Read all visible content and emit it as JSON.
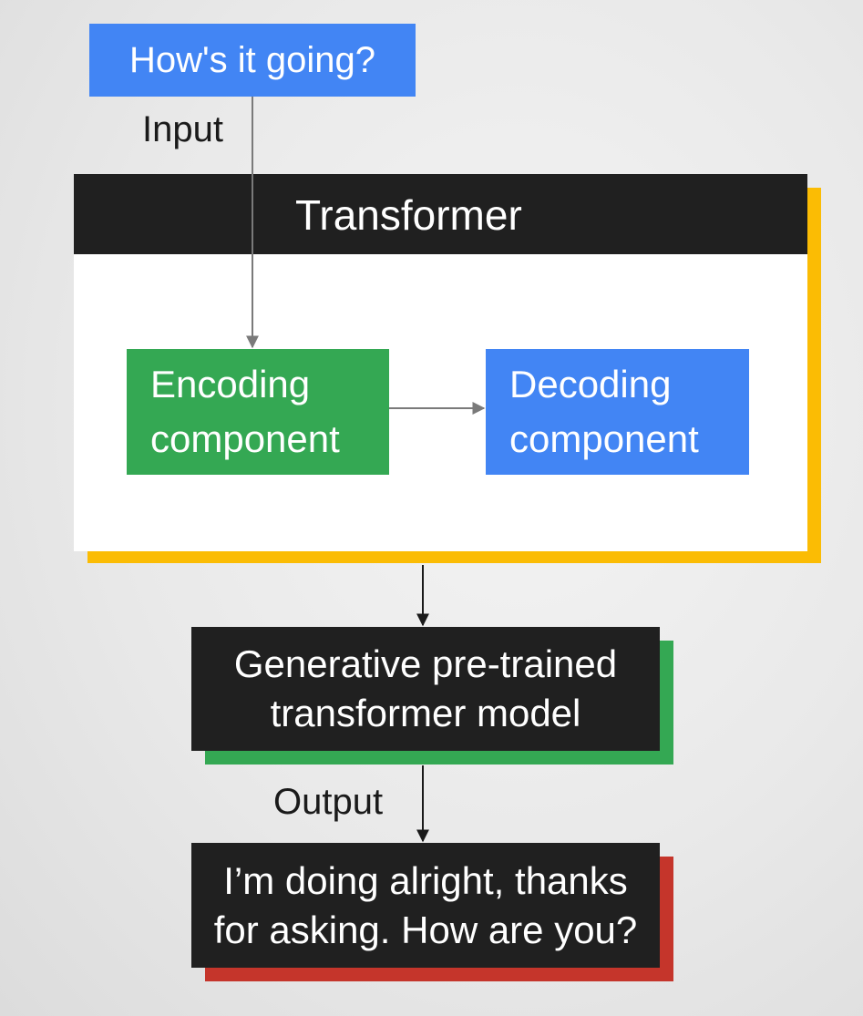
{
  "input_box": {
    "text": "How's it going?"
  },
  "input_label": "Input",
  "transformer": {
    "title": "Transformer",
    "encoder": {
      "line1": "Encoding",
      "line2": "component"
    },
    "decoder": {
      "line1": "Decoding",
      "line2": "component"
    }
  },
  "gpt_box": {
    "line1": "Generative pre-trained",
    "line2": "transformer model"
  },
  "output_label": "Output",
  "output_box": {
    "line1": "I’m doing alright, thanks",
    "line2": "for asking. How are you?"
  },
  "colors": {
    "blue": "#4285f4",
    "green": "#34a853",
    "yellow": "#fbbc04",
    "red": "#c5352b",
    "dark": "#202020"
  }
}
